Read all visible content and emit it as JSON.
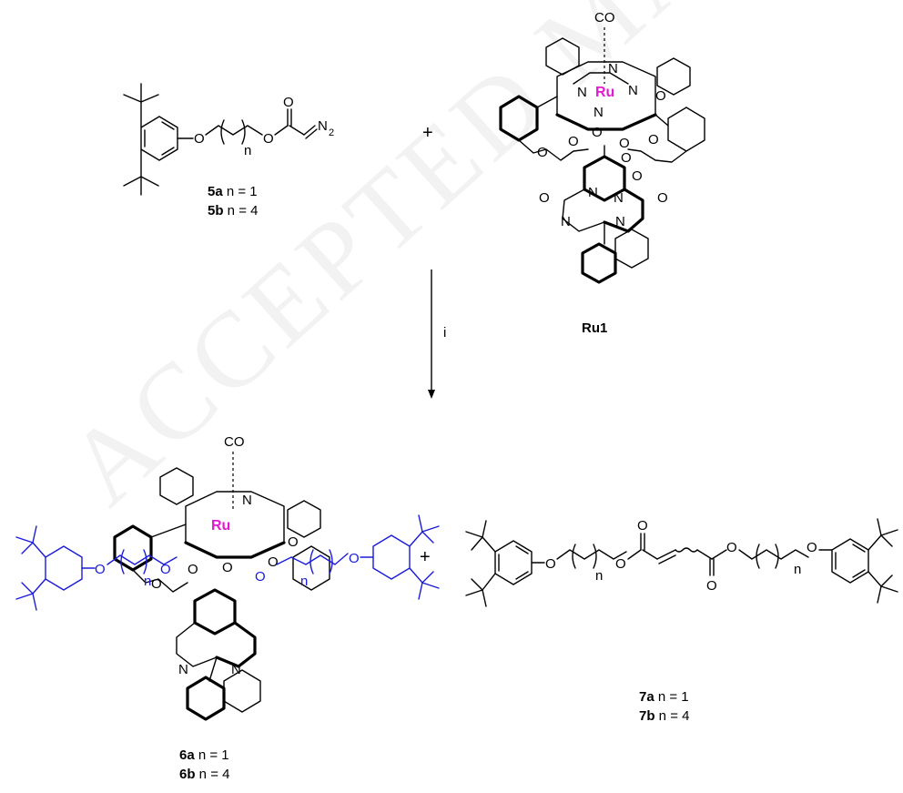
{
  "watermark": "ACCEPTED MANUSCRIPT",
  "reagent": {
    "atoms": {
      "o1": "O",
      "o2": "O",
      "o3": "O",
      "n2": "N",
      "n2_sub": "2",
      "n": "n"
    },
    "labels": [
      {
        "bold": "5a",
        "rest": " n = 1"
      },
      {
        "bold": "5b",
        "rest": " n = 4"
      }
    ]
  },
  "plus_sign": "+",
  "catalyst": {
    "co": "CO",
    "metal": "Ru",
    "atoms": {
      "n_top": "N",
      "n_left": "N",
      "n_right": "N",
      "n_bottom": "N",
      "o1": "O",
      "o2": "O",
      "o3": "O",
      "o4": "O",
      "o5": "O",
      "o6": "O",
      "o7": "O",
      "o8": "O",
      "n5": "N",
      "n6": "N",
      "n7": "N",
      "n8": "N"
    },
    "label": "Ru1"
  },
  "arrow": {
    "condition": "i"
  },
  "product_complex": {
    "co": "CO",
    "metal": "Ru",
    "atoms": {
      "n_top": "N",
      "o_side": "O",
      "o1": "O",
      "o2": "O",
      "o3": "O",
      "o4": "O",
      "n5": "N",
      "n6": "N",
      "o_left": "O",
      "o_right": "O",
      "n_left": "n",
      "n_right": "n",
      "o_l2": "O",
      "o_r2": "O",
      "o_l3": "O",
      "o_r3": "O"
    },
    "labels": [
      {
        "bold": "6a",
        "rest": " n = 1"
      },
      {
        "bold": "6b",
        "rest": " n = 4"
      }
    ]
  },
  "byproduct": {
    "atoms": {
      "o1": "O",
      "o2": "O",
      "o3": "O",
      "o4": "O",
      "o5": "O",
      "o6": "O",
      "n1": "n",
      "n2": "n"
    },
    "labels": [
      {
        "bold": "7a",
        "rest": " n = 1"
      },
      {
        "bold": "7b",
        "rest": " n = 4"
      }
    ]
  },
  "colors": {
    "ruthenium": "#e01bd0",
    "blue_fragment": "#1a1adb",
    "ink": "#000000"
  }
}
